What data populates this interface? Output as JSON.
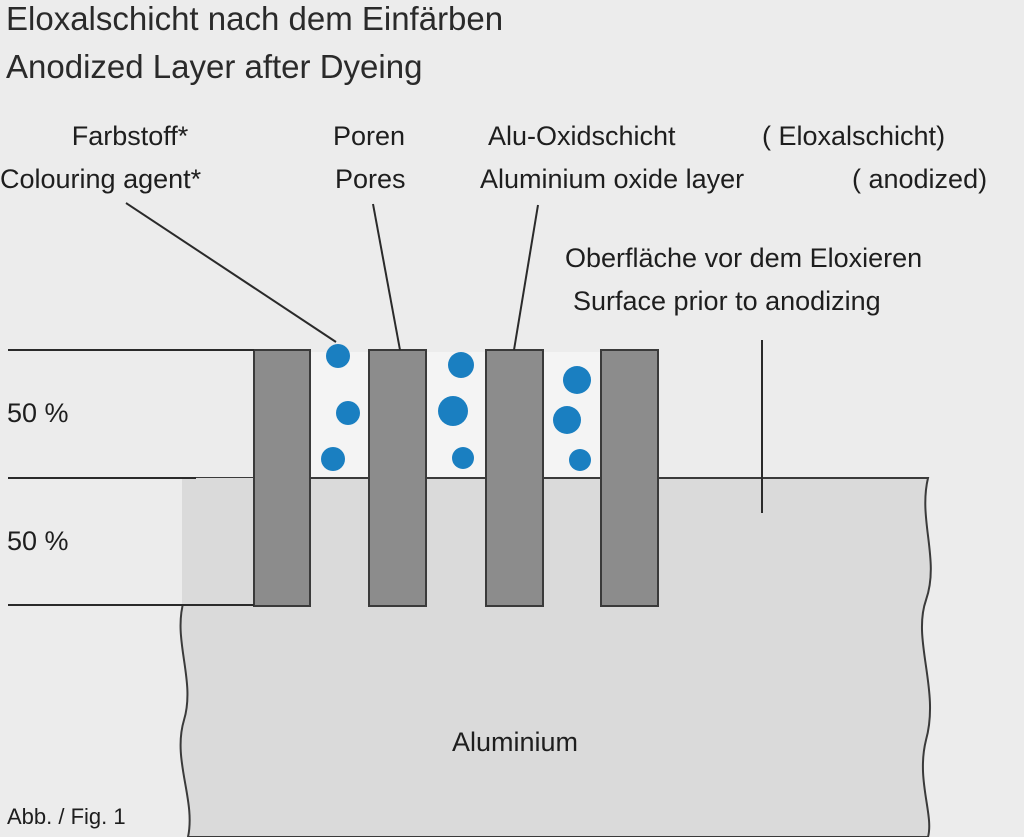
{
  "title_de": "Eloxalschicht nach dem Einfärben",
  "title_en": "Anodized Layer after Dyeing",
  "labels": {
    "colouring_de": "Farbstoff*",
    "colouring_en": "Colouring agent*",
    "pores_de": "Poren",
    "pores_en": "Pores",
    "oxide_de": "Alu-Oxidschicht",
    "oxide_de_paren": "( Eloxalschicht)",
    "oxide_en": "Aluminium oxide layer",
    "oxide_en_paren": "( anodized)",
    "surface_de": "Oberfläche vor dem Eloxieren",
    "surface_en": "Surface prior to anodizing",
    "aluminium": "Aluminium",
    "pct_upper": "50 %",
    "pct_lower": "50 %",
    "figure": "Abb. / Fig. 1"
  },
  "colors": {
    "background": "#ececec",
    "aluminium": "#dadada",
    "oxide_column": "#8c8c8c",
    "dye": "#1a7fc1",
    "line": "#2a2a2a"
  }
}
